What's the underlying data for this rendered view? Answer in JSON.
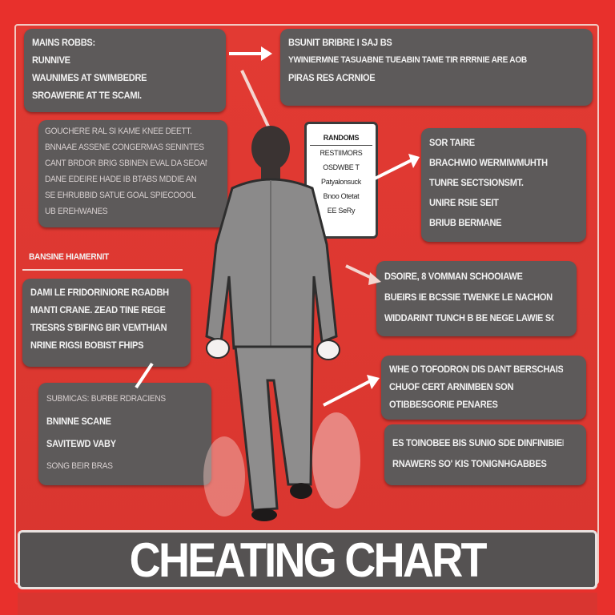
{
  "banner": {
    "title": "CHEATING CHART"
  },
  "panels": [
    {
      "id": "top-left",
      "lines": [
        "MAINS ROBBS:",
        "RUNNIVE",
        "WAUNIMES AT SWIMBEDRE",
        "SROAWERIE AT TE SCAMI."
      ]
    },
    {
      "id": "top-right",
      "lines": [
        "BSUNIT BRIBRE I SAJ BS",
        "YWINIERMNE TASUABNE TUEABIN TAME TIR RRRNIE ARE AOB",
        "PIRAS RES ACRNIOE"
      ]
    },
    {
      "id": "mid-left",
      "lines": [
        "GOUCHERE RAL SI KAME KNEE DEETT.",
        "BNNAAE ASSENE CONGERMAS SENINTES",
        "CANT BRDOR BRIG SBINEN EVAL DA SEOANI",
        "DANE EDEIRE HADE IB BTABS MDDIE AN",
        "SE EHRUBBID SATUE GOAL SPIECOOOL",
        "UB EREHWANES"
      ]
    },
    {
      "id": "right-upper",
      "lines": [
        "SOR TAIRE",
        "BRACHWIO WERMIWMUHTH",
        "TUNRE SECTSIONSMT.",
        "UNIRE RSIE SEIT",
        "BRIUB BERMANE"
      ]
    },
    {
      "id": "left-label",
      "lines": [
        "BANSINE HIAMERNIT"
      ]
    },
    {
      "id": "left-middle",
      "lines": [
        "DAMI LE FRIDORINIORE RGADBH",
        "MANTI CRANE. ZEAD TINE REGE",
        "TRESRS S'BIFING BIR VEMTHIAN",
        "NRINE RIGSI BOBIST FHIPS"
      ]
    },
    {
      "id": "right-middle",
      "lines": [
        "DSOIRE, 8 VOMMAN SCHOOIAWE",
        "BUEIRS IE BCSSIE TWENKE LE NACHON",
        "WIDDARINT TUNCH B BE NEGE LAWIE SOM"
      ]
    },
    {
      "id": "left-lower",
      "lines": [
        "SUBMICAS: BURBE RDRACIENS",
        "BNINNE SCANE",
        "SAVITEWD VABY",
        "SONG BEIR BRAS"
      ]
    },
    {
      "id": "right-lower-1",
      "lines": [
        "WHE O TOFODRON DIS DANT BERSCHAIS",
        "CHUOF CERT ARNIMBEN SON",
        "OTIBBESGORIE PENARES"
      ]
    },
    {
      "id": "right-lower-2",
      "lines": [
        "ES TOINOBEE BIS SUNIO SDE DINFINIBIERS",
        "RNAWERS SO' KIS TONIGNHGABBES"
      ]
    }
  ],
  "note": {
    "lines": [
      "RANDOMS",
      "RESTIIMORS",
      "OSDWBE T",
      "Patyalonsuck",
      "Bnoo Otetat",
      "EE SeRy"
    ]
  }
}
